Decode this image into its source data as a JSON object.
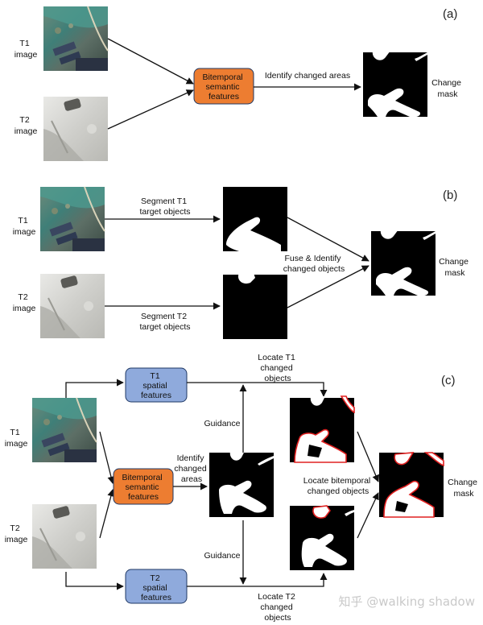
{
  "panel_a": {
    "tag": "(a)",
    "t1_label": [
      "T1",
      "image"
    ],
    "t2_label": [
      "T2",
      "image"
    ],
    "box": [
      "Bitemporal",
      "semantic",
      "features"
    ],
    "arrow_label": "Identify changed areas",
    "output_label": [
      "Change",
      "mask"
    ]
  },
  "panel_b": {
    "tag": "(b)",
    "t1_label": [
      "T1",
      "image"
    ],
    "t2_label": [
      "T2",
      "image"
    ],
    "seg1_label": [
      "Segment T1",
      "target objects"
    ],
    "seg2_label": [
      "Segment T2",
      "target objects"
    ],
    "fuse_label": [
      "Fuse & Identify",
      "changed objects"
    ],
    "output_label": [
      "Change",
      "mask"
    ]
  },
  "panel_c": {
    "tag": "(c)",
    "t1_label": [
      "T1",
      "image"
    ],
    "t2_label": [
      "T2",
      "image"
    ],
    "t1_box": [
      "T1",
      "spatial",
      "features"
    ],
    "t2_box": [
      "T2",
      "spatial",
      "features"
    ],
    "mid_box": [
      "Bitemporal",
      "semantic",
      "features"
    ],
    "identify_label": [
      "Identify",
      "changed",
      "areas"
    ],
    "guidance_top": "Guidance",
    "guidance_bottom": "Guidance",
    "locate_t1": [
      "Locate T1",
      "changed",
      "objects"
    ],
    "locate_t2": [
      "Locate T2",
      "changed",
      "objects"
    ],
    "locate_bi": [
      "Locate bitemporal",
      "changed objects"
    ],
    "output_label": [
      "Change",
      "mask"
    ]
  },
  "watermark": "知乎 @walking shadow",
  "colors": {
    "orange_box": "#ED7D31",
    "blue_box": "#8FAADC",
    "outline_red": "#E02020"
  }
}
